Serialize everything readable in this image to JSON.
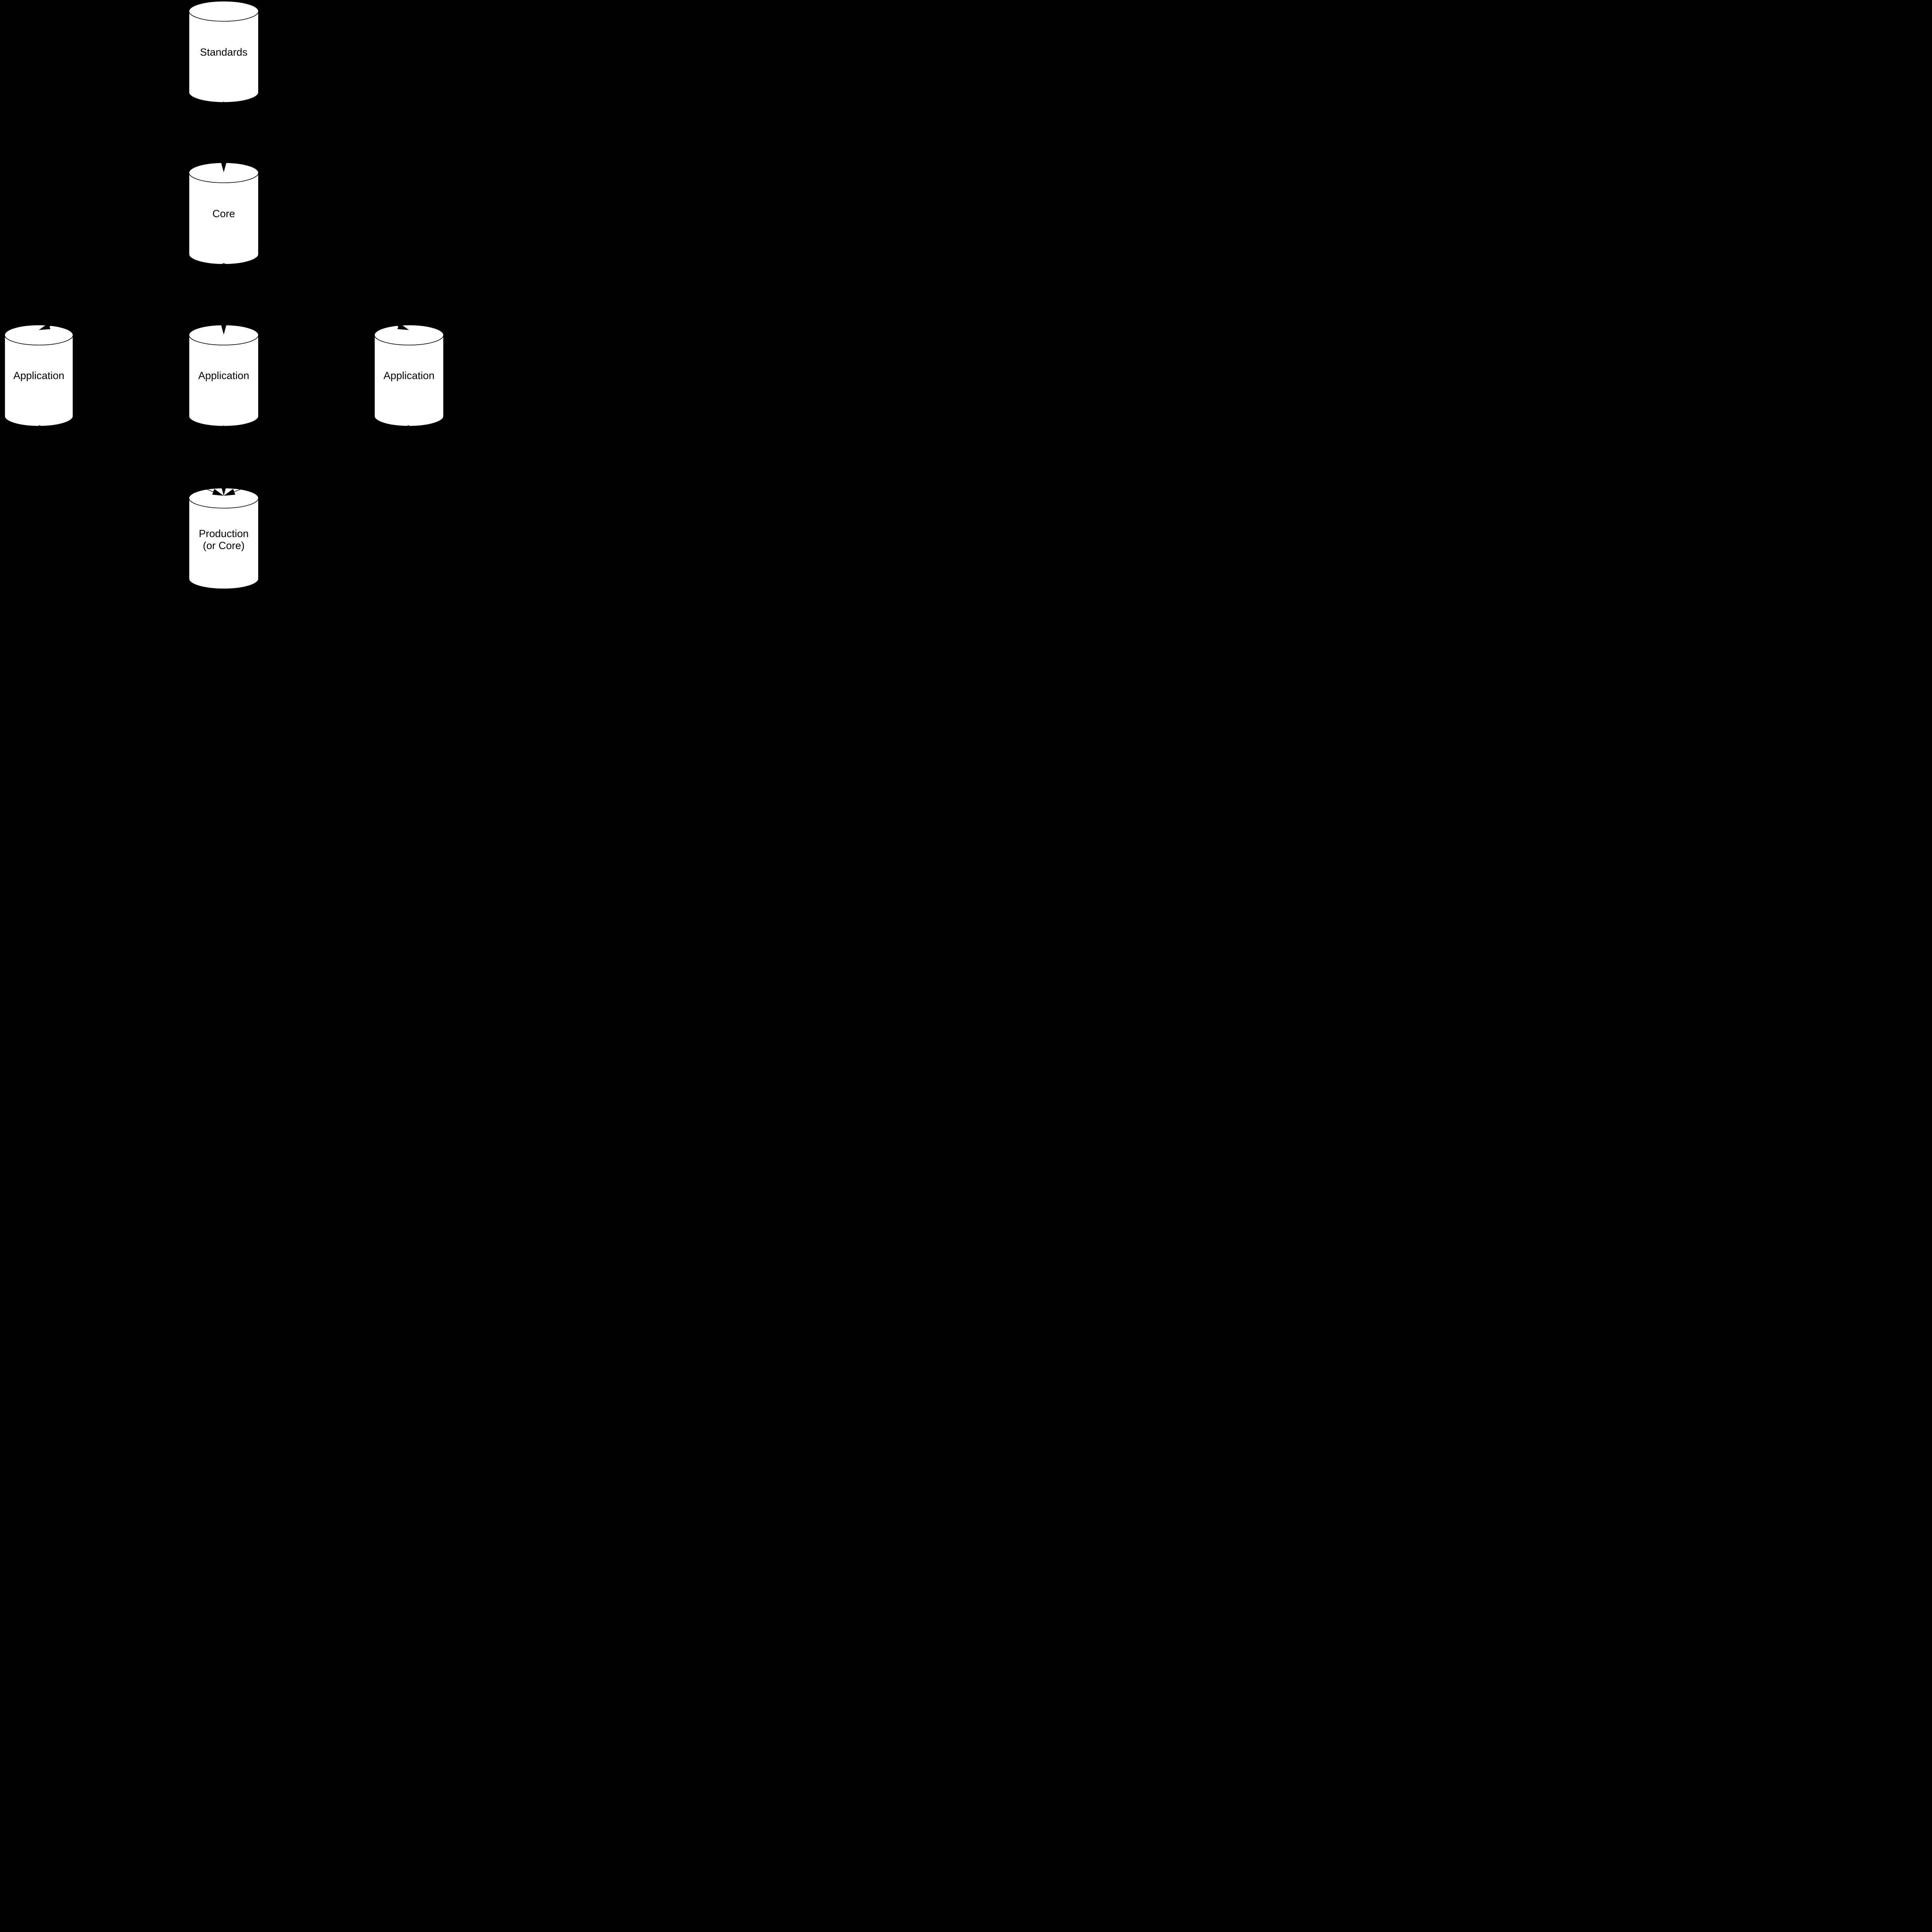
{
  "diagram": {
    "title": "",
    "background_color": "#000000",
    "cylinder_fill": "#ffffff",
    "line_color": "#000000",
    "text_color": "#000000",
    "nodes": [
      {
        "id": "standards",
        "shape": "database-cylinder",
        "label": "Standards"
      },
      {
        "id": "core",
        "shape": "database-cylinder",
        "label": "Core"
      },
      {
        "id": "app-left",
        "shape": "database-cylinder",
        "label": "Application"
      },
      {
        "id": "app-center",
        "shape": "database-cylinder",
        "label": "Application"
      },
      {
        "id": "app-right",
        "shape": "database-cylinder",
        "label": "Application"
      },
      {
        "id": "production",
        "shape": "database-cylinder",
        "label_line1": "Production",
        "label_line2": "(or Core)"
      }
    ],
    "edges": [
      {
        "from": "standards",
        "to": "core"
      },
      {
        "from": "core",
        "to": "app-left"
      },
      {
        "from": "core",
        "to": "app-center"
      },
      {
        "from": "core",
        "to": "app-right"
      },
      {
        "from": "app-left",
        "to": "production"
      },
      {
        "from": "app-center",
        "to": "production"
      },
      {
        "from": "app-right",
        "to": "production"
      }
    ]
  }
}
